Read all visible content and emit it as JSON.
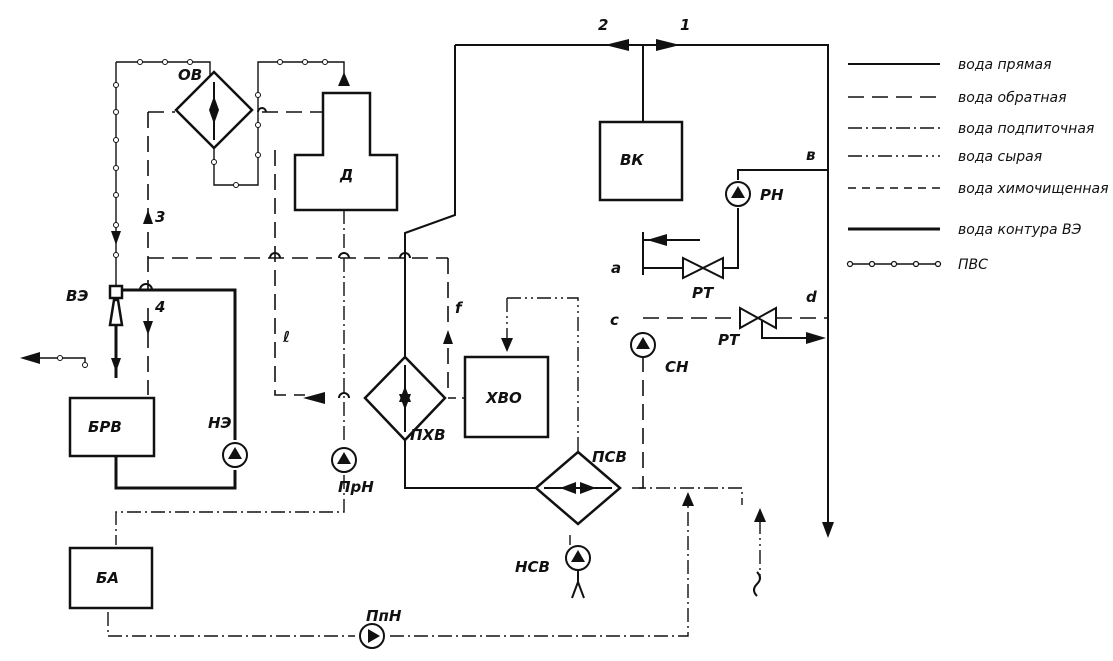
{
  "blocks": {
    "ov": "ОВ",
    "d": "Д",
    "vk": "ВК",
    "ve": "ВЭ",
    "brv": "БРВ",
    "khvo": "ХВО",
    "pkhv": "ПХВ",
    "psv": "ПСВ",
    "ba": "БА"
  },
  "pumps": {
    "rn": "РН",
    "sn": "СН",
    "ne": "НЭ",
    "prn": "ПрН",
    "nsv": "НСВ",
    "ppn": "ПпН"
  },
  "valves": {
    "rt1": "РТ",
    "rt2": "РТ"
  },
  "points": {
    "p1": "1",
    "p2": "2",
    "p3": "3",
    "p4": "4",
    "a": "a",
    "b": "в",
    "c": "c",
    "d": "d",
    "e": "ℓ",
    "f": "f"
  },
  "legend": [
    {
      "label": "вода прямая",
      "style": "solid"
    },
    {
      "label": "вода обратная",
      "style": "dashed"
    },
    {
      "label": "вода подпиточная",
      "style": "dash-dot"
    },
    {
      "label": "вода сырая",
      "style": "dash-dot-dot"
    },
    {
      "label": "вода химочищенная",
      "style": "short-dash"
    },
    {
      "label": "вода контура ВЭ",
      "style": "bold"
    },
    {
      "label": "ПВС",
      "style": "dotted-circles"
    }
  ]
}
